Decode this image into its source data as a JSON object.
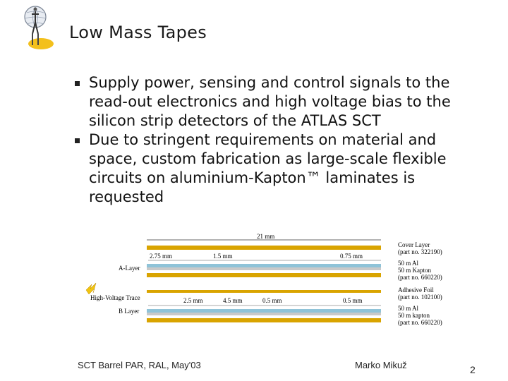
{
  "slide": {
    "title": "Low Mass Tapes",
    "bullets": [
      "Supply power, sensing and control signals to the read-out electronics and high voltage bias to the silicon strip detectors of the ATLAS SCT",
      "Due to stringent requirements on material and space, custom fabrication as large-scale flexible circuits on aluminium-Kapton™ laminates is requested"
    ]
  },
  "figure": {
    "width_label": "21 mm",
    "a_layer_dims": [
      "2.75 mm",
      "1.5 mm",
      "0.75 mm"
    ],
    "b_layer_dims": [
      "2.5 mm",
      "4.5 mm",
      "0.5 mm",
      "0.5 mm"
    ],
    "left_labels": {
      "a_layer": "A-Layer",
      "hv_trace": "High-Voltage Trace",
      "b_layer": "B Layer"
    },
    "right_labels": {
      "cover": "Cover Layer",
      "cover_part": "(part no. 322190)",
      "al_a": "50    m  Al",
      "kapton_a": "50    m  Kapton",
      "part_a": "(part no. 660220)",
      "adhesive": "Adhesive Foil",
      "adhesive_part": "(part no. 102100)",
      "al_b": "50    m  Al",
      "kapton_b": "50    m  kapton",
      "part_b": "(part no. 660220)"
    },
    "colors": {
      "kapton": "#d9a400",
      "trace": "#8fc3d8",
      "metal": "#b0b0b0"
    }
  },
  "footer": {
    "left": "SCT Barrel PAR, RAL, May'03",
    "author": "Marko Mikuž",
    "page": "2"
  },
  "icons": {
    "logo": "figure-on-globe-logo",
    "bullet": "square-bullet-icon",
    "hv_spark": "lightning-icon"
  }
}
